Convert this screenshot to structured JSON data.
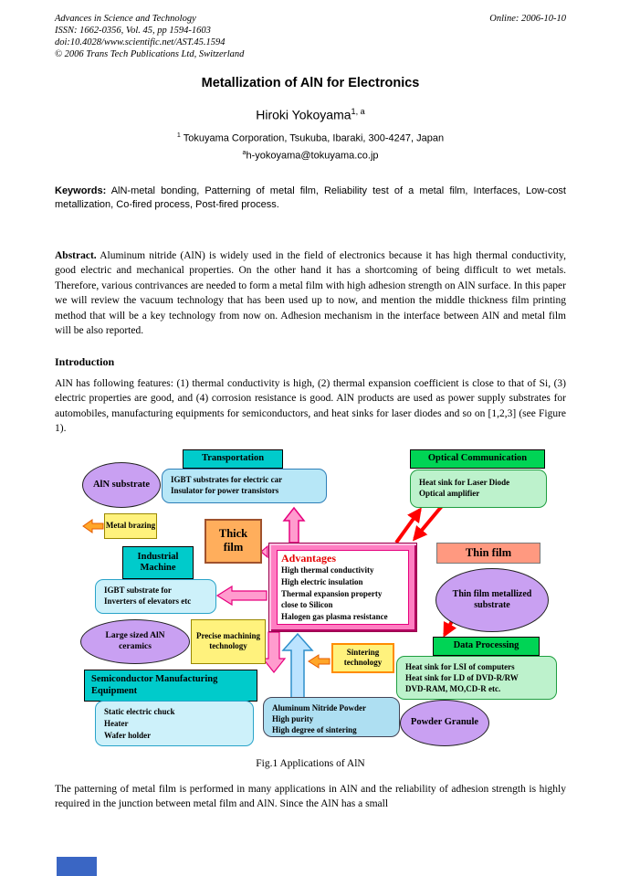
{
  "header": {
    "journal": "Advances in Science and Technology",
    "online": "Online: 2006-10-10",
    "issn": "ISSN: 1662-0356, Vol. 45, pp 1594-1603",
    "doi": "doi:10.4028/www.scientific.net/AST.45.1594",
    "copyright": "© 2006 Trans Tech Publications Ltd, Switzerland"
  },
  "article": {
    "title": "Metallization of AlN for Electronics",
    "author": "Hiroki Yokoyama",
    "author_sup": "1, a",
    "affiliation_sup": "1",
    "affiliation": " Tokuyama Corporation, Tsukuba, Ibaraki, 300-4247, Japan",
    "email_sup": "a",
    "email": "h-yokoyama@tokuyama.co.jp"
  },
  "keywords": {
    "label": "Keywords:",
    "text": " AlN-metal bonding, Patterning of metal film, Reliability test of a metal film, Interfaces, Low-cost metallization, Co-fired process, Post-fired process."
  },
  "abstract": {
    "label": "Abstract.",
    "text": " Aluminum nitride (AlN) is widely used in the field of electronics because it has high thermal conductivity, good electric and mechanical properties. On the other hand it has a shortcoming of being difficult to wet metals. Therefore, various contrivances are needed to form a metal film with high adhesion strength on AlN surface. In this paper we will review the vacuum technology that has been used up to now, and mention the middle thickness film printing method that will be a key technology from now on. Adhesion mechanism in the interface between AlN and metal film will be also reported."
  },
  "intro": {
    "heading": "Introduction",
    "text": "AlN has following features: (1) thermal conductivity is high, (2) thermal expansion coefficient is close to that of Si, (3) electric properties are good, and (4) corrosion resistance is good. AlN products are used as power supply substrates for automobiles, manufacturing equipments for semiconductors, and heat sinks for laser diodes and so on [1,2,3] (see Figure 1)."
  },
  "figure": {
    "caption": "Fig.1 Applications of AlN",
    "transportation": "Transportation",
    "transportation_items": [
      "IGBT substrates for electric car",
      "Insulator for power transistors"
    ],
    "aln_substrate": "AlN substrate",
    "metal_brazing": "Metal brazing",
    "thick_film": "Thick film",
    "industrial_machine": "Industrial Machine",
    "industrial_items": [
      "IGBT substrate for",
      "Inverters of elevators etc"
    ],
    "advantages_title": "Advantages",
    "advantages_items": [
      "High thermal conductivity",
      "High electric insulation",
      "Thermal expansion property",
      "close to Silicon",
      "Halogen gas plasma resistance"
    ],
    "optical_comm": "Optical Communication",
    "optical_items": [
      "Heat sink for Laser Diode",
      "Optical amplifier"
    ],
    "thin_film": "Thin film",
    "thin_film_substrate": "Thin film metallized substrate",
    "large_aln": "Large sized AlN ceramics",
    "precise_machining": "Precise machining technology",
    "sintering": "Sintering technology",
    "data_processing": "Data Processing",
    "data_items": [
      "Heat sink for LSI of computers",
      "Heat sink for LD of DVD-R/RW",
      "DVD-RAM, MO,CD-R etc."
    ],
    "semiconductor": "Semiconductor Manufacturing Equipment",
    "semiconductor_items": [
      "Static electric chuck",
      "Heater",
      "Wafer holder"
    ],
    "powder_box": [
      "Aluminum Nitride Powder",
      "High purity",
      "High degree of sintering"
    ],
    "powder_granule": "Powder Granule"
  },
  "closing": "The patterning of metal film is performed in many applications in AlN and the reliability of adhesion strength is highly required in the junction between metal film and AlN. Since the AlN has a small",
  "colors": {
    "cyan_header": "#00CBCB",
    "green_header": "#00D455",
    "light_blue_box": "#B7E7F7",
    "light_cyan_box": "#CDF1FA",
    "light_green_box": "#BDF2CC",
    "yellow_box": "#FFF27D",
    "purple_ellipse": "#C9A0F2",
    "thick_film_box": "#FFAE5C",
    "thin_film_box": "#FF9980",
    "advantages_frame": "#FF7EC2",
    "advantages_title_red": "#E60000",
    "pink_arrow": "#FF9CCE",
    "blue_arrow": "#BBE3FF",
    "orange_arrow": "#FFA629",
    "red_arrow": "#FF0000"
  }
}
